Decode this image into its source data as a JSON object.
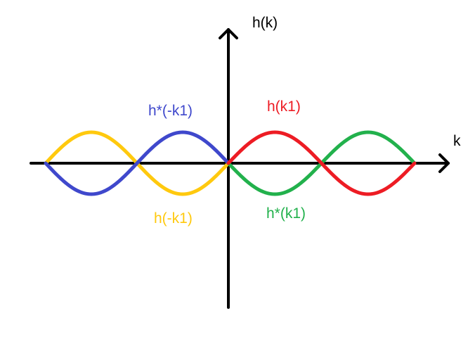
{
  "axes": {
    "y_label": "h(k)",
    "x_label": "k",
    "color": "#000000"
  },
  "curves": {
    "blue": {
      "label": "h*(-k1)",
      "color": "#3f48cc"
    },
    "red": {
      "label": "h(k1)",
      "color": "#ed1c24"
    },
    "yellow": {
      "label": "h(-k1)",
      "color": "#ffc90e"
    },
    "green": {
      "label": "h*(k1)",
      "color": "#22b14c"
    }
  }
}
